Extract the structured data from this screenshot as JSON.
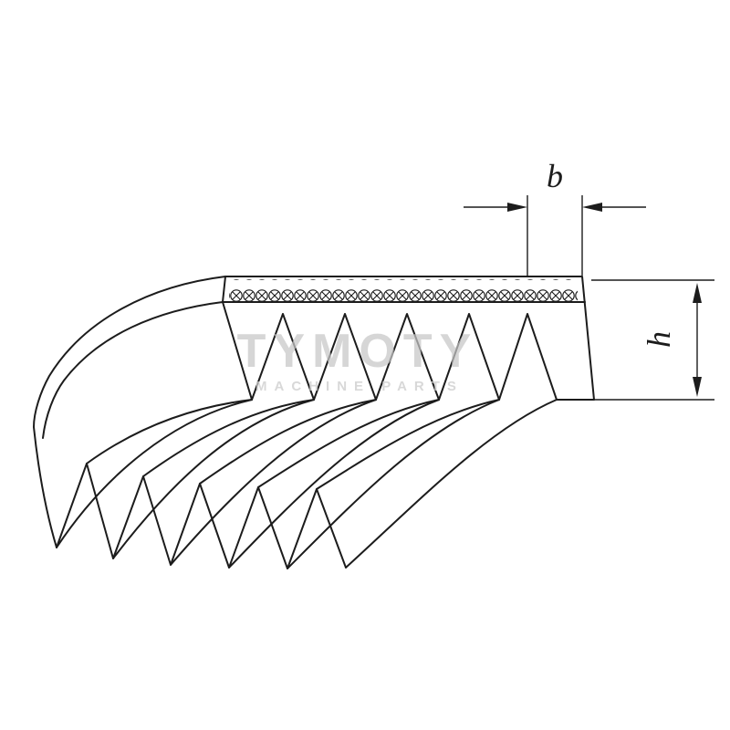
{
  "diagram": {
    "type": "technical-drawing",
    "subject": "Poly-V ribbed belt cross-section with dimension annotations",
    "labels": {
      "width_dimension": "b",
      "height_dimension": "h"
    },
    "watermark": {
      "title": "TYMOTY",
      "subtitle": "MACHINE PARTS"
    },
    "colors": {
      "line": "#1c1c1c",
      "background": "#ffffff",
      "watermark_title": "#c7c7c7",
      "watermark_subtitle": "#cfcfcf"
    }
  }
}
